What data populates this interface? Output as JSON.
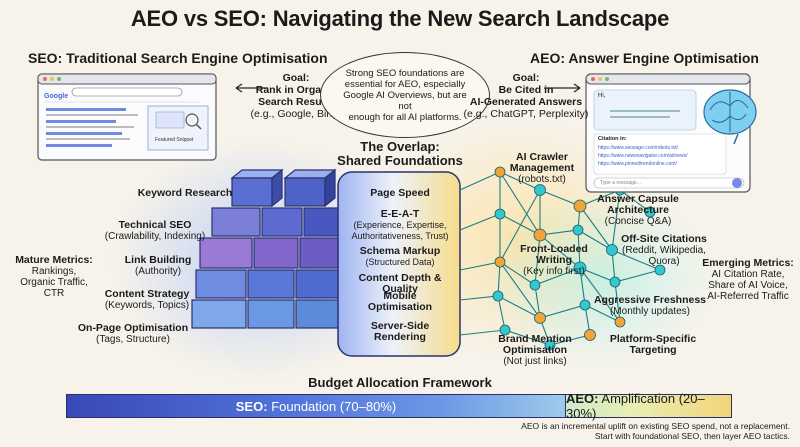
{
  "title": "AEO vs SEO: Navigating the New Search Landscape",
  "seo": {
    "heading": "SEO: Traditional Search Engine Optimisation",
    "goal_label": "Goal:",
    "goal_lines": [
      "Rank in Organic",
      "Search Results"
    ],
    "goal_note": "(e.g., Google, Bing)",
    "browser": {
      "logo": "Google",
      "featured": "Featured Snippet"
    },
    "items": [
      {
        "title": "Keyword Research",
        "sub": ""
      },
      {
        "title": "Technical SEO",
        "sub": "(Crawlability, Indexing)"
      },
      {
        "title": "Link Building",
        "sub": "(Authority)"
      },
      {
        "title": "Content Strategy",
        "sub": "(Keywords, Topics)"
      },
      {
        "title": "On-Page Optimisation",
        "sub": "(Tags, Structure)"
      }
    ],
    "metrics_title": "Mature Metrics:",
    "metrics_lines": [
      "Rankings,",
      "Organic Traffic,",
      "CTR"
    ]
  },
  "bubble": {
    "lines": [
      "Strong SEO foundations are",
      "essential for AEO, especially",
      "Google AI Overviews, but are not",
      "enough for all AI platforms."
    ]
  },
  "aeo": {
    "heading": "AEO: Answer Engine Optimisation",
    "goal_label": "Goal:",
    "goal_lines": [
      "Be Cited in",
      "AI-Generated Answers"
    ],
    "goal_note": "(e.g., ChatGPT, Perplexity)",
    "chat": {
      "hi": "Hi,",
      "citation_label": "Citation in:",
      "links": [
        "https://www.seosage.com/robots.txt/",
        "https://www.newsnavigator.com/ai/news/",
        "https://www.pinnedtrendonline.com/"
      ],
      "input_placeholder": "Type a message..."
    },
    "items": [
      {
        "title": "AI Crawler",
        "title2": "Management",
        "sub": "(robots.txt)"
      },
      {
        "title": "Answer Capsule",
        "title2": "Architecture",
        "sub": "(Concise Q&A)"
      },
      {
        "title": "Front-Loaded",
        "title2": "Writing",
        "sub": "(Key info first)"
      },
      {
        "title": "Off-Site Citations",
        "title2": "",
        "sub": "(Reddit, Wikipedia,",
        "sub2": "Quora)"
      },
      {
        "title": "Aggressive Freshness",
        "title2": "",
        "sub": "(Monthly updates)"
      },
      {
        "title": "Brand Mention",
        "title2": "Optimisation",
        "sub": "(Not just links)"
      },
      {
        "title": "Platform-Specific",
        "title2": "Targeting",
        "sub": ""
      }
    ],
    "metrics_title": "Emerging Metrics:",
    "metrics_lines": [
      "AI Citation Rate,",
      "Share of AI Voice,",
      "AI-Referred Traffic"
    ]
  },
  "overlap": {
    "heading_lines": [
      "The Overlap:",
      "Shared Foundations"
    ],
    "items": [
      {
        "title": "Page Speed",
        "sub": ""
      },
      {
        "title": "E-E-A-T",
        "sub": "(Experience, Expertise,",
        "sub2": "Authoritativeness, Trust)"
      },
      {
        "title": "Schema Markup",
        "sub": "(Structured Data)"
      },
      {
        "title": "Content Depth & Quality",
        "sub": ""
      },
      {
        "title": "Mobile",
        "title2": "Optimisation",
        "sub": ""
      },
      {
        "title": "Server-Side",
        "title2": "Rendering",
        "sub": ""
      }
    ]
  },
  "budget": {
    "heading": "Budget Allocation Framework",
    "seo_label": "SEO:",
    "seo_text": "Foundation (70–80%)",
    "aeo_label": "AEO:",
    "aeo_text": "Amplification (20–30%)",
    "seo_share": 0.75,
    "note_lines": [
      "AEO is an incremental uplift on existing SEO spend, not a replacement.",
      "Start with foundational SEO, then layer AEO tactics."
    ]
  },
  "colors": {
    "seo_blue": "#4a5fc8",
    "seo_purple": "#8a6fcf",
    "aeo_teal": "#33c7cf",
    "aeo_orange": "#f0a53a",
    "ink": "#1b1b1b"
  }
}
